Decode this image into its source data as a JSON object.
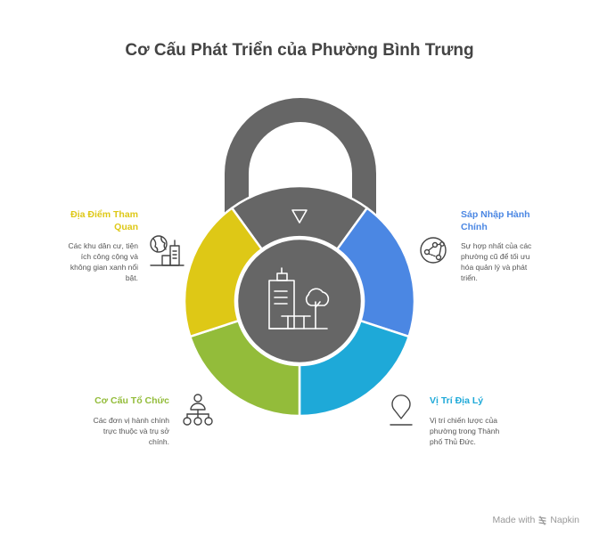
{
  "title": "Cơ Cấu Phát Triển của Phường Bình Trưng",
  "center": {
    "icon": "city-building-tree-icon",
    "color": "#666666"
  },
  "lock": {
    "shackle_color": "#666666",
    "top_segment_color": "#666666",
    "top_marker": "triangle-down-icon"
  },
  "segments": [
    {
      "id": "top",
      "color": "#666666"
    },
    {
      "id": "dia-diem",
      "color": "#DEC816"
    },
    {
      "id": "co-cau",
      "color": "#93BC3A"
    },
    {
      "id": "vi-tri",
      "color": "#1EA9D8"
    },
    {
      "id": "sap-nhap",
      "color": "#4B87E3"
    }
  ],
  "items": {
    "dia_diem": {
      "title_line1": "Địa Điểm Tham",
      "title_line2": "Quan",
      "desc_line1": "Các khu dân cư, tiện",
      "desc_line2": "ích công cộng và",
      "desc_line3": "không gian xanh nổi",
      "desc_line4": "bật.",
      "color": "#DEC816",
      "icon": "globe-building-icon"
    },
    "sap_nhap": {
      "title_line1": "Sáp Nhập Hành",
      "title_line2": "Chính",
      "desc_line1": "Sự hợp nhất của các",
      "desc_line2": "phường cũ để tối ưu",
      "desc_line3": "hóa quản lý và phát",
      "desc_line4": "triển.",
      "color": "#4B87E3",
      "icon": "network-globe-icon"
    },
    "co_cau": {
      "title": "Cơ Cấu Tổ Chức",
      "desc_line1": "Các đơn vị hành chính",
      "desc_line2": "trực thuộc và trụ sở",
      "desc_line3": "chính.",
      "color": "#93BC3A",
      "icon": "org-chart-icon"
    },
    "vi_tri": {
      "title": "Vị Trí Địa Lý",
      "desc_line1": "Vị trí chiến lược của",
      "desc_line2": "phường trong Thành",
      "desc_line3": "phố Thủ Đức.",
      "color": "#1EA9D8",
      "icon": "map-pin-icon"
    }
  },
  "footer": {
    "made_with": "Made with",
    "brand": "Napkin"
  }
}
